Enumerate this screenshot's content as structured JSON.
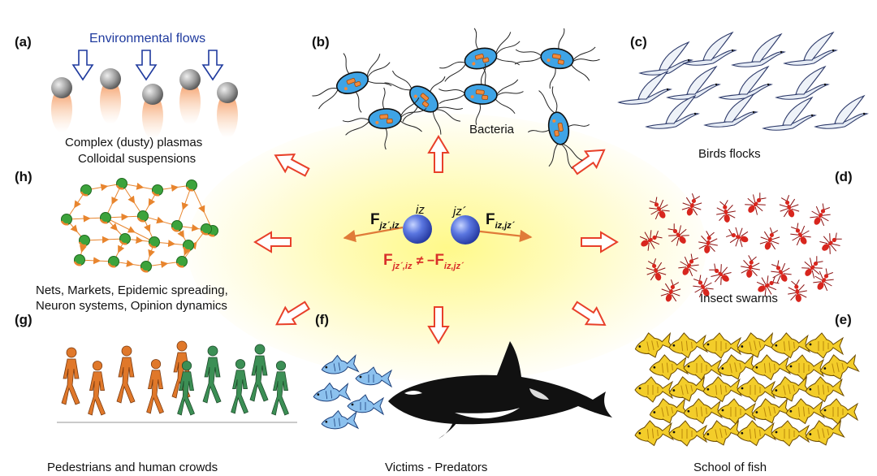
{
  "panels": {
    "a": {
      "label": "(a)",
      "caption_1": "Complex (dusty) plasmas",
      "caption_2": "Colloidal suspensions",
      "flow_label": "Environmental flows"
    },
    "b": {
      "label": "(b)",
      "caption": "Bacteria"
    },
    "c": {
      "label": "(c)",
      "caption": "Birds flocks"
    },
    "d": {
      "label": "(d)",
      "caption": "Insect swarms"
    },
    "e": {
      "label": "(e)",
      "caption": "School of fish"
    },
    "f": {
      "label": "(f)",
      "caption": "Victims - Predators"
    },
    "g": {
      "label": "(g)",
      "caption": "Pedestrians and human crowds"
    },
    "h": {
      "label": "(h)",
      "caption_1": "Nets, Markets, Epidemic spreading,",
      "caption_2": "Neuron systems, Opinion dynamics"
    }
  },
  "center": {
    "particle_left": "iz",
    "particle_right": "jz´",
    "force_left": "F",
    "force_left_sub": "jz´,iz",
    "force_right": "F",
    "force_right_sub": "iz,jz´",
    "inequality_lhs": "F",
    "inequality_lhs_sub": "jz´,iz",
    "inequality_op": "≠ −",
    "inequality_rhs": "F",
    "inequality_rhs_sub": "iz,jz´"
  },
  "colors": {
    "arrow_red": "#e8402a",
    "flow_blue": "#1f3a9e",
    "glow_yellow": "#fff98a",
    "sphere_blue": "#4a67d8",
    "force_orange": "#e07b39",
    "inequality_red": "#d9302a",
    "bacteria_blue": "#3fa4e6",
    "bacteria_orange": "#f08a3c",
    "insect_red": "#d8261e",
    "fish_yellow": "#f3cd2a",
    "fish_blue": "#8cc1ee",
    "bird_white": "#e6ecf5",
    "net_green": "#3ca33c",
    "net_orange": "#e8852e",
    "pedestrian_orange": "#e0782a",
    "pedestrian_green": "#3c8f55"
  }
}
